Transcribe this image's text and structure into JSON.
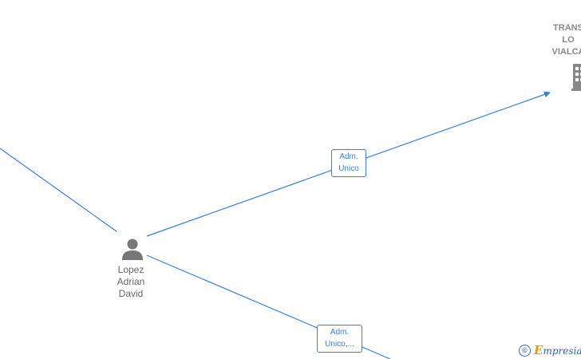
{
  "colors": {
    "edge": "#3b7fd9",
    "node_icon": "#777777",
    "label_text": "#666666",
    "brand_accent": "#f29400",
    "brand_text": "#2a5fa8"
  },
  "nodes": {
    "person": {
      "icon": "person-icon",
      "label": "Lopez\nAdrian\nDavid"
    },
    "company": {
      "icon": "building-icon",
      "label": "TRANS\nLO\nVIALCA"
    }
  },
  "edges": [
    {
      "label": "Adm.\nUnico"
    },
    {
      "label": "Adm.\nUnico,..."
    }
  ],
  "watermark": {
    "symbol": "©",
    "brand_first": "E",
    "brand_rest": "mpresia"
  }
}
